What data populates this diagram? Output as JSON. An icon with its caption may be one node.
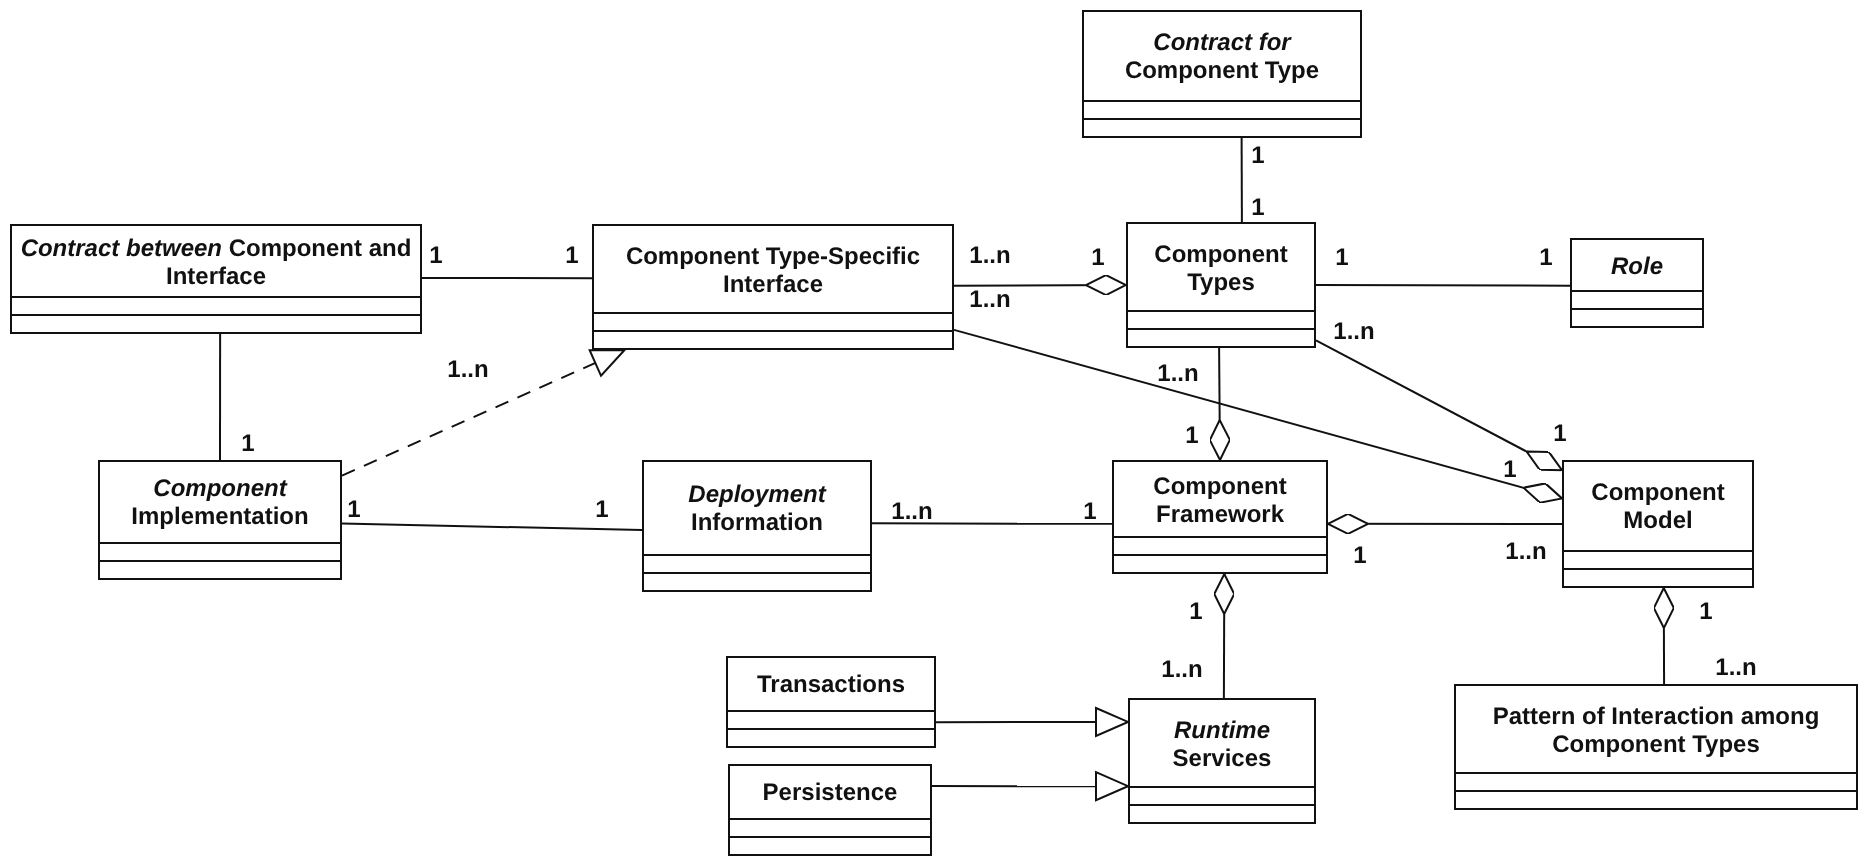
{
  "diagram": {
    "nodes": [
      {
        "text": [
          "*Contract for* Component Type"
        ]
      },
      {
        "text": [
          "*Contract between* Component and Interface"
        ]
      },
      {
        "text": [
          "Component Type-Specific Interface"
        ]
      },
      {
        "text": [
          "Component Types"
        ]
      },
      {
        "text": [
          "*Role*"
        ]
      },
      {
        "text": [
          "*Component* Implementation"
        ]
      },
      {
        "text": [
          "*Deployment* Information"
        ]
      },
      {
        "text": [
          "Component Framework"
        ]
      },
      {
        "text": [
          "Component Model"
        ]
      },
      {
        "text": [
          "Transactions"
        ]
      },
      {
        "text": [
          "*Runtime* Services"
        ]
      },
      {
        "text": [
          "Persistence"
        ]
      },
      {
        "text": [
          "Pattern of Interaction among Component Types"
        ]
      }
    ],
    "edges": [
      {
        "from": 0,
        "to": 3,
        "arrow": "none"
      },
      {
        "from": 1,
        "to": 2,
        "arrow": "none"
      },
      {
        "from": 2,
        "to": 3,
        "arrow": "other"
      },
      {
        "from": 3,
        "to": 4,
        "arrow": "none"
      },
      {
        "from": 1,
        "to": 5,
        "arrow": "none"
      },
      {
        "from": 5,
        "to": 2,
        "arrow": "to",
        "style": "dashed"
      },
      {
        "from": 3,
        "to": 7,
        "arrow": "other"
      },
      {
        "from": 3,
        "to": 8,
        "arrow": "other"
      },
      {
        "from": 2,
        "to": 8,
        "arrow": "other"
      },
      {
        "from": 5,
        "to": 6,
        "arrow": "none"
      },
      {
        "from": 6,
        "to": 7,
        "arrow": "none"
      },
      {
        "from": 8,
        "to": 7,
        "arrow": "other"
      },
      {
        "from": 10,
        "to": 7,
        "arrow": "other"
      },
      {
        "from": 12,
        "to": 8,
        "arrow": "other"
      },
      {
        "from": 9,
        "to": 10,
        "arrow": "to"
      },
      {
        "from": 11,
        "to": 10,
        "arrow": "to"
      }
    ],
    "labels": [
      "1",
      "1",
      "1",
      "1",
      "1..n",
      "1",
      "1",
      "1",
      "1..n",
      "1..n",
      "1..n",
      "1..n",
      "1",
      "1",
      "1",
      "1",
      "1",
      "1",
      "1..n",
      "1",
      "1",
      "1..n",
      "1",
      "1",
      "1..n",
      "1..n"
    ]
  }
}
